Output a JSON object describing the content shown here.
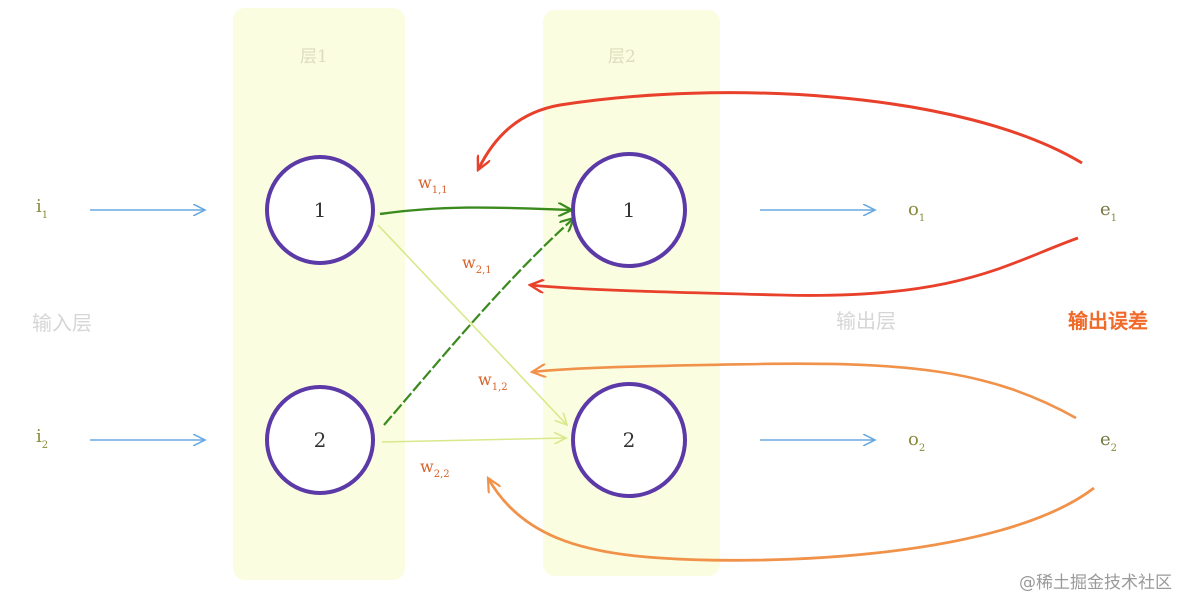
{
  "layers": {
    "layer1_label": "层1",
    "layer2_label": "层2",
    "input_layer_label": "输入层",
    "output_layer_label": "输出层",
    "output_error_label": "输出误差"
  },
  "nodes": {
    "layer1": [
      "1",
      "2"
    ],
    "layer2": [
      "1",
      "2"
    ]
  },
  "inputs": [
    {
      "main": "i",
      "sub": "1"
    },
    {
      "main": "i",
      "sub": "2"
    }
  ],
  "outputs": [
    {
      "main": "o",
      "sub": "1"
    },
    {
      "main": "o",
      "sub": "2"
    }
  ],
  "errors": [
    {
      "main": "e",
      "sub": "1"
    },
    {
      "main": "e",
      "sub": "2"
    }
  ],
  "weights": {
    "w11": {
      "main": "w",
      "sub": "1,1"
    },
    "w21": {
      "main": "w",
      "sub": "2,1"
    },
    "w12": {
      "main": "w",
      "sub": "1,2"
    },
    "w22": {
      "main": "w",
      "sub": "2,2"
    }
  },
  "colors": {
    "layer_band": "#fbfde0",
    "node_stroke": "#5b3aa8",
    "input_arrow": "#6aa9e0",
    "green_arrow": "#3a8a1e",
    "yellow_arrow": "#d9e88a",
    "red_arrow": "#e8402a",
    "orange_arrow": "#f0924a"
  },
  "watermark": "@稀土掘金技术社区"
}
